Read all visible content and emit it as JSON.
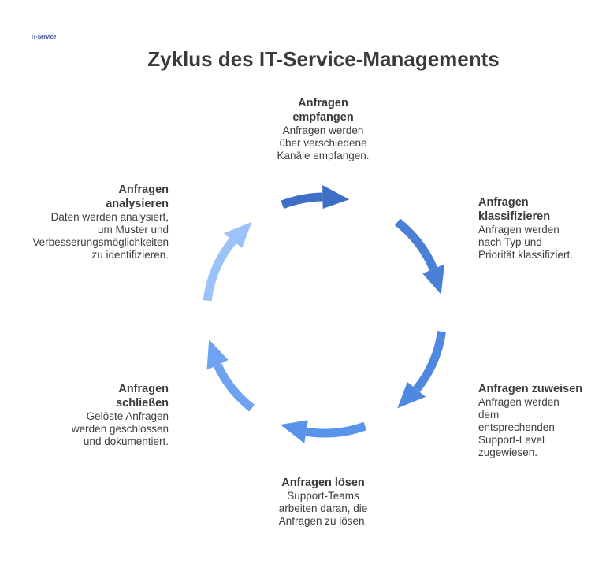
{
  "logo": {
    "text": "IT-Service"
  },
  "title": "Zyklus des IT-Service-Managements",
  "colors": {
    "seg1": "#3f6fc4",
    "seg2": "#4a7fd6",
    "seg3": "#4f88e0",
    "seg4": "#5a94ea",
    "seg5": "#6ea3f2",
    "seg6": "#9cc2fa"
  },
  "steps": [
    {
      "head": "Anfragen empfangen",
      "head_lines": [
        "Anfragen",
        "empfangen"
      ],
      "desc_lines": [
        "Anfragen werden",
        "über verschiedene",
        "Kanäle empfangen."
      ]
    },
    {
      "head": "Anfragen klassifizieren",
      "head_lines": [
        "Anfragen",
        "klassifizieren"
      ],
      "desc_lines": [
        "Anfragen werden",
        "nach Typ und",
        "Priorität klassifiziert."
      ]
    },
    {
      "head": "Anfragen zuweisen",
      "head_lines": [
        "Anfragen zuweisen"
      ],
      "desc_lines": [
        "Anfragen werden",
        "dem",
        "entsprechenden",
        "Support-Level",
        "zugewiesen."
      ]
    },
    {
      "head": "Anfragen lösen",
      "head_lines": [
        "Anfragen lösen"
      ],
      "desc_lines": [
        "Support-Teams",
        "arbeiten daran, die",
        "Anfragen zu lösen."
      ]
    },
    {
      "head": "Anfragen schließen",
      "head_lines": [
        "Anfragen",
        "schließen"
      ],
      "desc_lines": [
        "Gelöste Anfragen",
        "werden geschlossen",
        "und dokumentiert."
      ]
    },
    {
      "head": "Anfragen analysieren",
      "head_lines": [
        "Anfragen",
        "analysieren"
      ],
      "desc_lines": [
        "Daten werden analysiert,",
        "um Muster und",
        "Verbesserungsmöglichkeiten",
        "zu identifizieren."
      ]
    }
  ]
}
